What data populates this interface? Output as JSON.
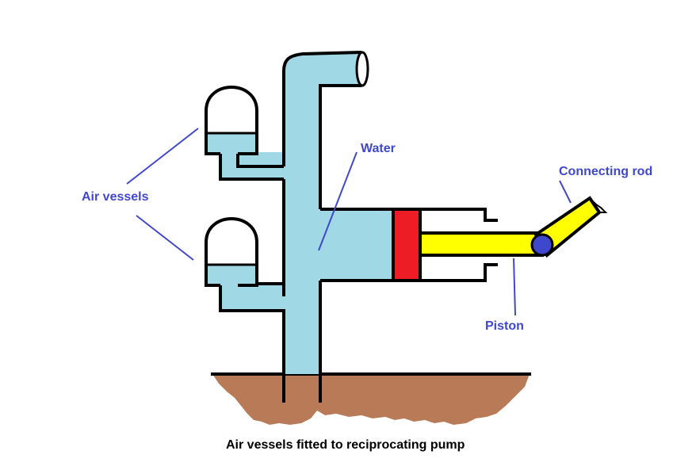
{
  "diagram": {
    "caption": "Air vessels fitted to reciprocating pump",
    "labels": {
      "air_vessels": "Air vessels",
      "water": "Water",
      "connecting_rod": "Connecting rod",
      "piston": "Piston"
    }
  },
  "colors": {
    "water": "#a0d8e6",
    "piston": "#ee1c24",
    "rod": "#ffff00",
    "pin": "#3f48cc",
    "ground": "#b97a57",
    "label": "#3f48cc",
    "outline": "#000000"
  }
}
